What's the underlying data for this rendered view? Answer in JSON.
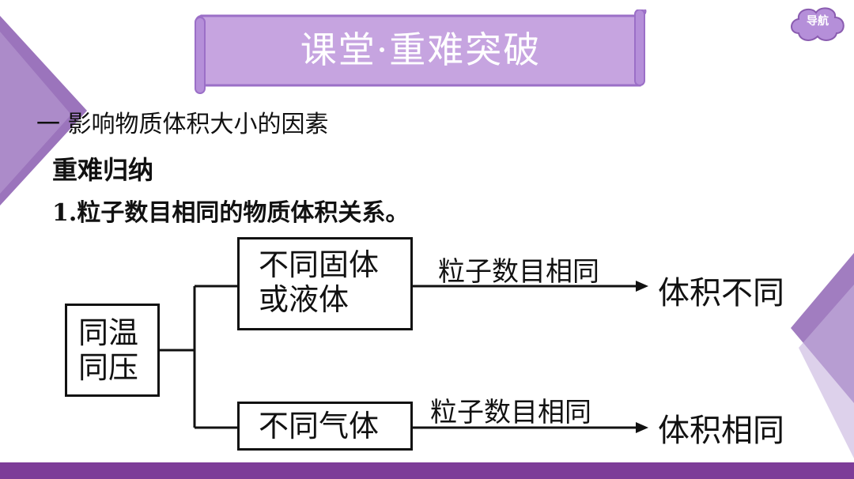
{
  "header": {
    "title": "课堂·重难突破",
    "nav_label": "导航"
  },
  "content": {
    "section_heading": "一 影响物质体积大小的因素",
    "sub_heading": "重难归纳",
    "point_1": "1.粒子数目相同的物质体积关系。"
  },
  "diagram": {
    "condition": [
      "同温",
      "同压"
    ],
    "branch_solid": {
      "substance": [
        "不同固体",
        "或液体"
      ],
      "arrow_label": "粒子数目相同",
      "result": "体积不同"
    },
    "branch_gas": {
      "substance": "不同气体",
      "arrow_label": "粒子数目相同",
      "result": "体积相同"
    }
  },
  "colors": {
    "accent": "#b89ad6",
    "accent_dark": "#7d3c98",
    "title_fill": "#c6a4e0"
  }
}
